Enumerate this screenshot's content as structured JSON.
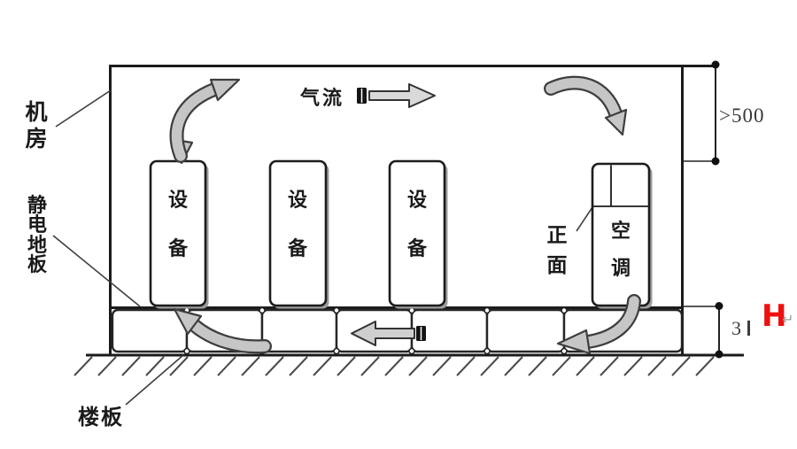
{
  "labels": {
    "room": "机房",
    "antistatic_floor": "静电地板",
    "floor_slab": "楼板",
    "airflow": "气流",
    "equipment": "设备",
    "air_conditioner": "空调",
    "front_face": "正面"
  },
  "dimensions": {
    "top_clearance": ">500",
    "floor_height_digit": "3",
    "height_symbol": "H",
    "return_mark": "↵"
  },
  "colors": {
    "line": "#1b1b1b",
    "arrow_fill": "#c6c6c6",
    "arrow_outline": "#3e3e3e",
    "block_arrow_fill": "#d9d9d9",
    "height_symbol_red": "#ee0f0f",
    "background": "#ffffff"
  }
}
